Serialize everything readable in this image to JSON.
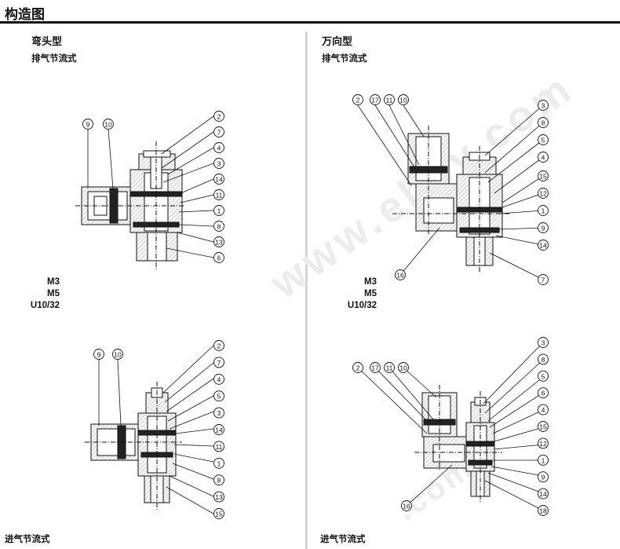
{
  "header": {
    "title": "构造图"
  },
  "watermark": {
    "text": "www.ehsy.com",
    "text2": ".com"
  },
  "left": {
    "type_label": "弯头型",
    "top_mode": "排气节流式",
    "bottom_mode": "进气节流式",
    "sizes": [
      "M3",
      "M5",
      "U10/32"
    ],
    "top_labels": {
      "left": [
        "9",
        "10"
      ],
      "right": [
        "2",
        "7",
        "4",
        "3",
        "14",
        "11",
        "1",
        "8",
        "13",
        "6"
      ]
    },
    "bottom_labels": {
      "left": [
        "9",
        "10"
      ],
      "right": [
        "2",
        "7",
        "4",
        "5",
        "3",
        "14",
        "11",
        "1",
        "8",
        "13",
        "15"
      ]
    }
  },
  "right": {
    "type_label": "万向型",
    "top_mode": "排气节流式",
    "bottom_mode": "进气节流式",
    "sizes": [
      "M3",
      "M5",
      "U10/32"
    ],
    "top_labels": {
      "left": [
        "2",
        "17",
        "11",
        "10"
      ],
      "right": [
        "3",
        "8",
        "5",
        "4",
        "15",
        "12",
        "1",
        "9",
        "14",
        "7"
      ],
      "bottom": [
        "16"
      ]
    },
    "bottom_labels": {
      "left": [
        "2",
        "17",
        "11",
        "10"
      ],
      "right": [
        "3",
        "8",
        "5",
        "6",
        "4",
        "15",
        "12",
        "1",
        "9",
        "14",
        "18"
      ],
      "bottom": [
        "16"
      ]
    }
  },
  "colors": {
    "ink": "#111111",
    "fill": "#d9d9d9",
    "divider": "#d6d6d6"
  }
}
